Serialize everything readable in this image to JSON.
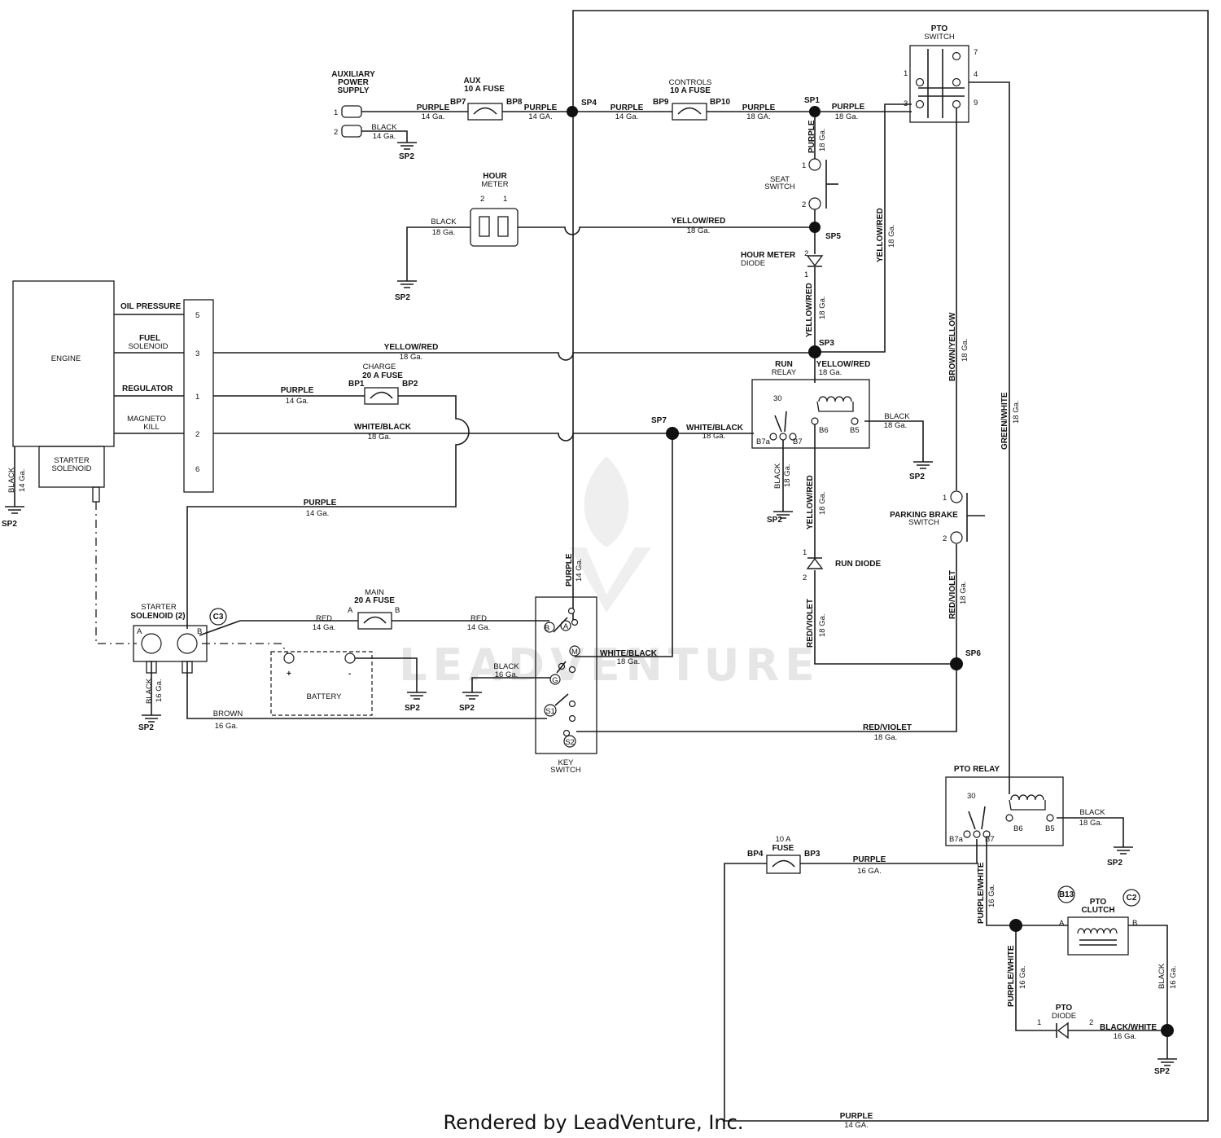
{
  "footer": "Rendered by LeadVenture, Inc.",
  "watermark": "LEADVENTURE",
  "components": {
    "aux_supply": [
      "AUXILIARY",
      "POWER",
      "SUPPLY"
    ],
    "aux_fuse": [
      "AUX",
      "10 A FUSE"
    ],
    "controls_fuse": [
      "CONTROLS",
      "10 A FUSE"
    ],
    "pto_switch": [
      "PTO",
      "SWITCH"
    ],
    "hour_meter": [
      "HOUR",
      "METER"
    ],
    "seat_switch": [
      "SEAT",
      "SWITCH"
    ],
    "hour_meter_diode": [
      "HOUR METER",
      "DIODE"
    ],
    "engine": "ENGINE",
    "starter_solenoid_engine": [
      "STARTER",
      "SOLENOID"
    ],
    "engine_terminals": [
      "OIL PRESSURE",
      "FUEL",
      "SOLENOID",
      "REGULATOR",
      "MAGNETO",
      "KILL"
    ],
    "charge_fuse": [
      "CHARGE",
      "20 A FUSE"
    ],
    "run_relay": [
      "RUN",
      "RELAY"
    ],
    "parking_brake": [
      "PARKING BRAKE",
      "SWITCH"
    ],
    "run_diode": "RUN DIODE",
    "starter_solenoid": [
      "STARTER",
      "SOLENOID (2)"
    ],
    "main_fuse": [
      "MAIN",
      "20 A FUSE"
    ],
    "battery": "BATTERY",
    "key_switch": [
      "KEY",
      "SWITCH"
    ],
    "pto_relay": "PTO RELAY",
    "fuse_10a": [
      "10 A",
      "FUSE"
    ],
    "pto_clutch": [
      "PTO",
      "CLUTCH"
    ],
    "pto_diode": [
      "PTO",
      "DIODE"
    ],
    "connectors": [
      "C3",
      "B13",
      "C2"
    ]
  },
  "splices": [
    "SP1",
    "SP2",
    "SP3",
    "SP4",
    "SP5",
    "SP6",
    "SP7"
  ],
  "fuse_pins": [
    "BP7",
    "BP8",
    "BP9",
    "BP10",
    "BP1",
    "BP2",
    "BP4",
    "BP3"
  ],
  "relay_pins": [
    "30",
    "B7a",
    "B7",
    "B6",
    "B5"
  ],
  "key_pins": [
    "B",
    "A",
    "M",
    "G",
    "S1",
    "S2"
  ],
  "pin_numbers": [
    "1",
    "2",
    "3",
    "4",
    "5",
    "6",
    "7",
    "9",
    "A",
    "B",
    "+",
    "-"
  ],
  "wire_colors": [
    "PURPLE",
    "BLACK",
    "YELLOW/RED",
    "WHITE/BLACK",
    "RED",
    "BROWN",
    "RED/VIOLET",
    "BROWN/YELLOW",
    "GREEN/WHITE",
    "PURPLE/WHITE",
    "BLACK/WHITE"
  ],
  "wire_gauges": [
    "14 Ga.",
    "14 GA.",
    "16 Ga.",
    "16 GA.",
    "18 Ga.",
    "18 GA."
  ]
}
